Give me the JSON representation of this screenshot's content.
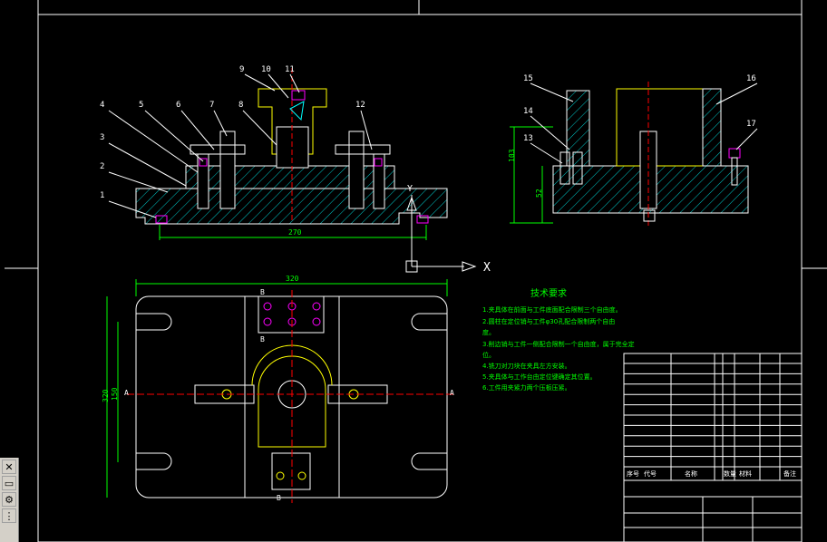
{
  "callouts_front": [
    "1",
    "2",
    "3",
    "4",
    "5",
    "6",
    "7",
    "8",
    "9",
    "10",
    "11",
    "12"
  ],
  "callouts_side": [
    "13",
    "14",
    "15",
    "16",
    "17"
  ],
  "dims": {
    "front_width": "270",
    "plan_width": "320",
    "plan_height_outer": "320",
    "plan_height_inner": "150",
    "side_height": "103",
    "side_lower": "52"
  },
  "section_labels": {
    "b_top": "B",
    "b_mid": "B",
    "a_left": "A",
    "a_right": "A",
    "b_bot": "B"
  },
  "ucs": {
    "x_label": "X",
    "y_label": "Y"
  },
  "tech": {
    "title": "技术要求",
    "lines": [
      "1.夹具体在前面与工件底面配合限制三个自由度。",
      "2.圆柱在定位销与工件φ30孔配合限制两个自由",
      "度。",
      "3.削边销与工件一侧配合限制一个自由度，属于完全定",
      "位。",
      "4.铣刀对刀块在夹具左方安装。",
      "5.夹具体与工作台由定位键确定其位置。",
      "6.工件用夹紧力两个压板压紧。"
    ]
  },
  "title_block": {
    "header": [
      "序号",
      "代号",
      "名称",
      "数量",
      "材料",
      "备注"
    ]
  },
  "colors": {
    "background": "#000000",
    "outline": "#ffffff",
    "part_yellow": "#ffff00",
    "dim_green": "#00ff00",
    "hatch": "#00c8c8",
    "center_red": "#ff0000",
    "highlight_magenta": "#ff00ff"
  },
  "toolbar": {
    "close_icon": "close-icon",
    "panel_icon": "panel-icon",
    "props_icon": "properties-icon",
    "grip_icon": "grip-icon"
  }
}
